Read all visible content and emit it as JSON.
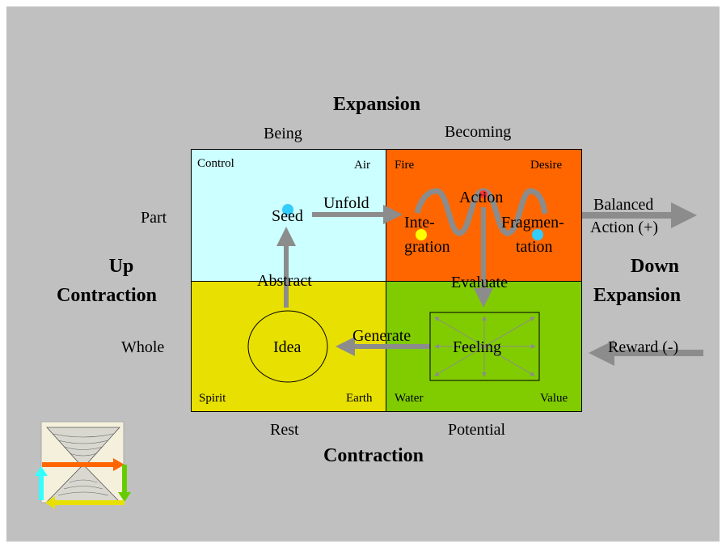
{
  "titles": {
    "top": "Expansion",
    "bottom": "Contraction",
    "left_line1": "Up",
    "left_line2": "Contraction",
    "right_line1": "Down",
    "right_line2": "Expansion"
  },
  "columns": {
    "left": "Being",
    "right": "Becoming",
    "bottom_left": "Rest",
    "bottom_right": "Potential"
  },
  "rows": {
    "top": "Part",
    "bottom": "Whole"
  },
  "quadrants": {
    "top_left": {
      "color": "#ccffff",
      "corner_left": "Control",
      "corner_right": "Air"
    },
    "top_right": {
      "color": "#ff6600",
      "corner_left": "Fire",
      "corner_right": "Desire"
    },
    "bottom_left": {
      "color": "#e8e000",
      "corner_left": "Spirit",
      "corner_right": "Earth"
    },
    "bottom_right": {
      "color": "#80cc00",
      "corner_left": "Water",
      "corner_right": "Value"
    }
  },
  "nodes": {
    "seed": "Seed",
    "unfold": "Unfold",
    "action": "Action",
    "integration_1": "Inte-",
    "integration_2": "gration",
    "fragmentation_1": "Fragmen-",
    "fragmentation_2": "tation",
    "abstract": "Abstract",
    "evaluate": "Evaluate",
    "idea": "Idea",
    "generate": "Generate",
    "feeling": "Feeling"
  },
  "external": {
    "balanced_1": "Balanced",
    "balanced_2": "Action (+)",
    "reward": "Reward (-)"
  },
  "colors": {
    "background": "#c0c0c0",
    "arrow": "#8c8c8c",
    "dot_cyan": "#33ccff",
    "dot_yellow": "#ffff00",
    "dot_red": "#ff3333"
  },
  "icon": "double-cone-cycle-icon"
}
